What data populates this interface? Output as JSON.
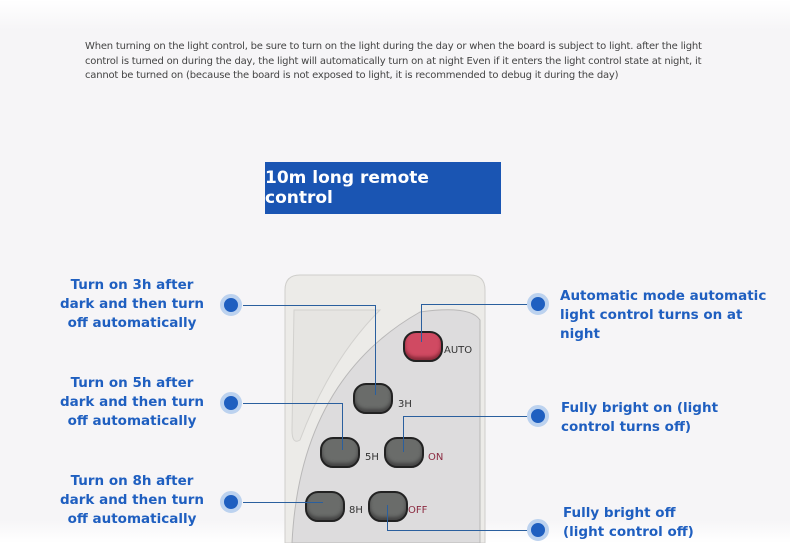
{
  "note": "When turning on the light control, be sure to turn on the light during the day or when the board is subject to light. after the light control is turned on during the day, the light will automatically turn on at night   Even if it enters the light control state at night, it cannot be turned on (because the board is not exposed to light, it is recommended to debug it during the day)",
  "title": "10m long remote control",
  "labels": {
    "3h": "Turn on 3h after dark and then turn off automatically",
    "5h": "Turn on 5h after dark and then turn off automatically",
    "8h": "Turn on 8h after dark and then turn off automatically",
    "auto": "Automatic mode automatic light control turns on at night",
    "on": "Fully bright on (light control turns off)",
    "off": "Fully bright off (light control off)"
  },
  "buttons": {
    "auto": "AUTO",
    "3h": "3H",
    "5h": "5H",
    "on": "ON",
    "8h": "8H",
    "off": "OFF"
  },
  "colors": {
    "accent": "#1a55b3",
    "auto_button": "#d04a62"
  }
}
